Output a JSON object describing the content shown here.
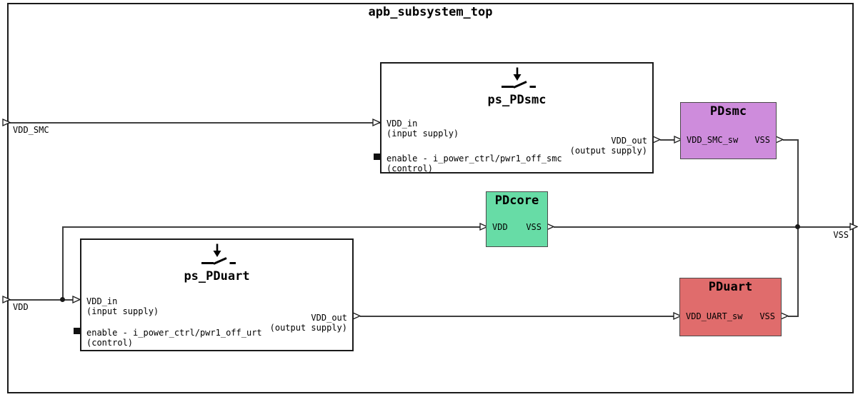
{
  "schematic": {
    "title": "apb_subsystem_top"
  },
  "ports": {
    "vdd_smc": "VDD_SMC",
    "vdd": "VDD",
    "vss": "VSS"
  },
  "switches": {
    "smc": {
      "title": "ps_PDsmc",
      "vdd_in": "VDD_in",
      "vdd_in_type": "(input supply)",
      "enable": "enable - i_power_ctrl/pwr1_off_smc",
      "enable_type": "(control)",
      "vdd_out": "VDD_out",
      "vdd_out_type": "(output supply)"
    },
    "uart": {
      "title": "ps_PDuart",
      "vdd_in": "VDD_in",
      "vdd_in_type": "(input supply)",
      "enable": "enable - i_power_ctrl/pwr1_off_urt",
      "enable_type": "(control)",
      "vdd_out": "VDD_out",
      "vdd_out_type": "(output supply)"
    }
  },
  "domains": {
    "smc": {
      "title": "PDsmc",
      "left_pin": "VDD_SMC_sw",
      "right_pin": "VSS",
      "color": "#ce8cdc"
    },
    "core": {
      "title": "PDcore",
      "left_pin": "VDD",
      "right_pin": "VSS",
      "color": "#67dca6"
    },
    "uart": {
      "title": "PDuart",
      "left_pin": "VDD_UART_sw",
      "right_pin": "VSS",
      "color": "#e06c6c"
    }
  },
  "icons": {
    "power_switch": "power-switch-icon",
    "supply_port": "arrow-right-icon",
    "control_port": "black-square-icon"
  },
  "colors": {
    "wire": "#3f3f3f",
    "box_border": "#1a1a1a",
    "domain_border": "#4a4a4a",
    "background": "#ffffff"
  }
}
